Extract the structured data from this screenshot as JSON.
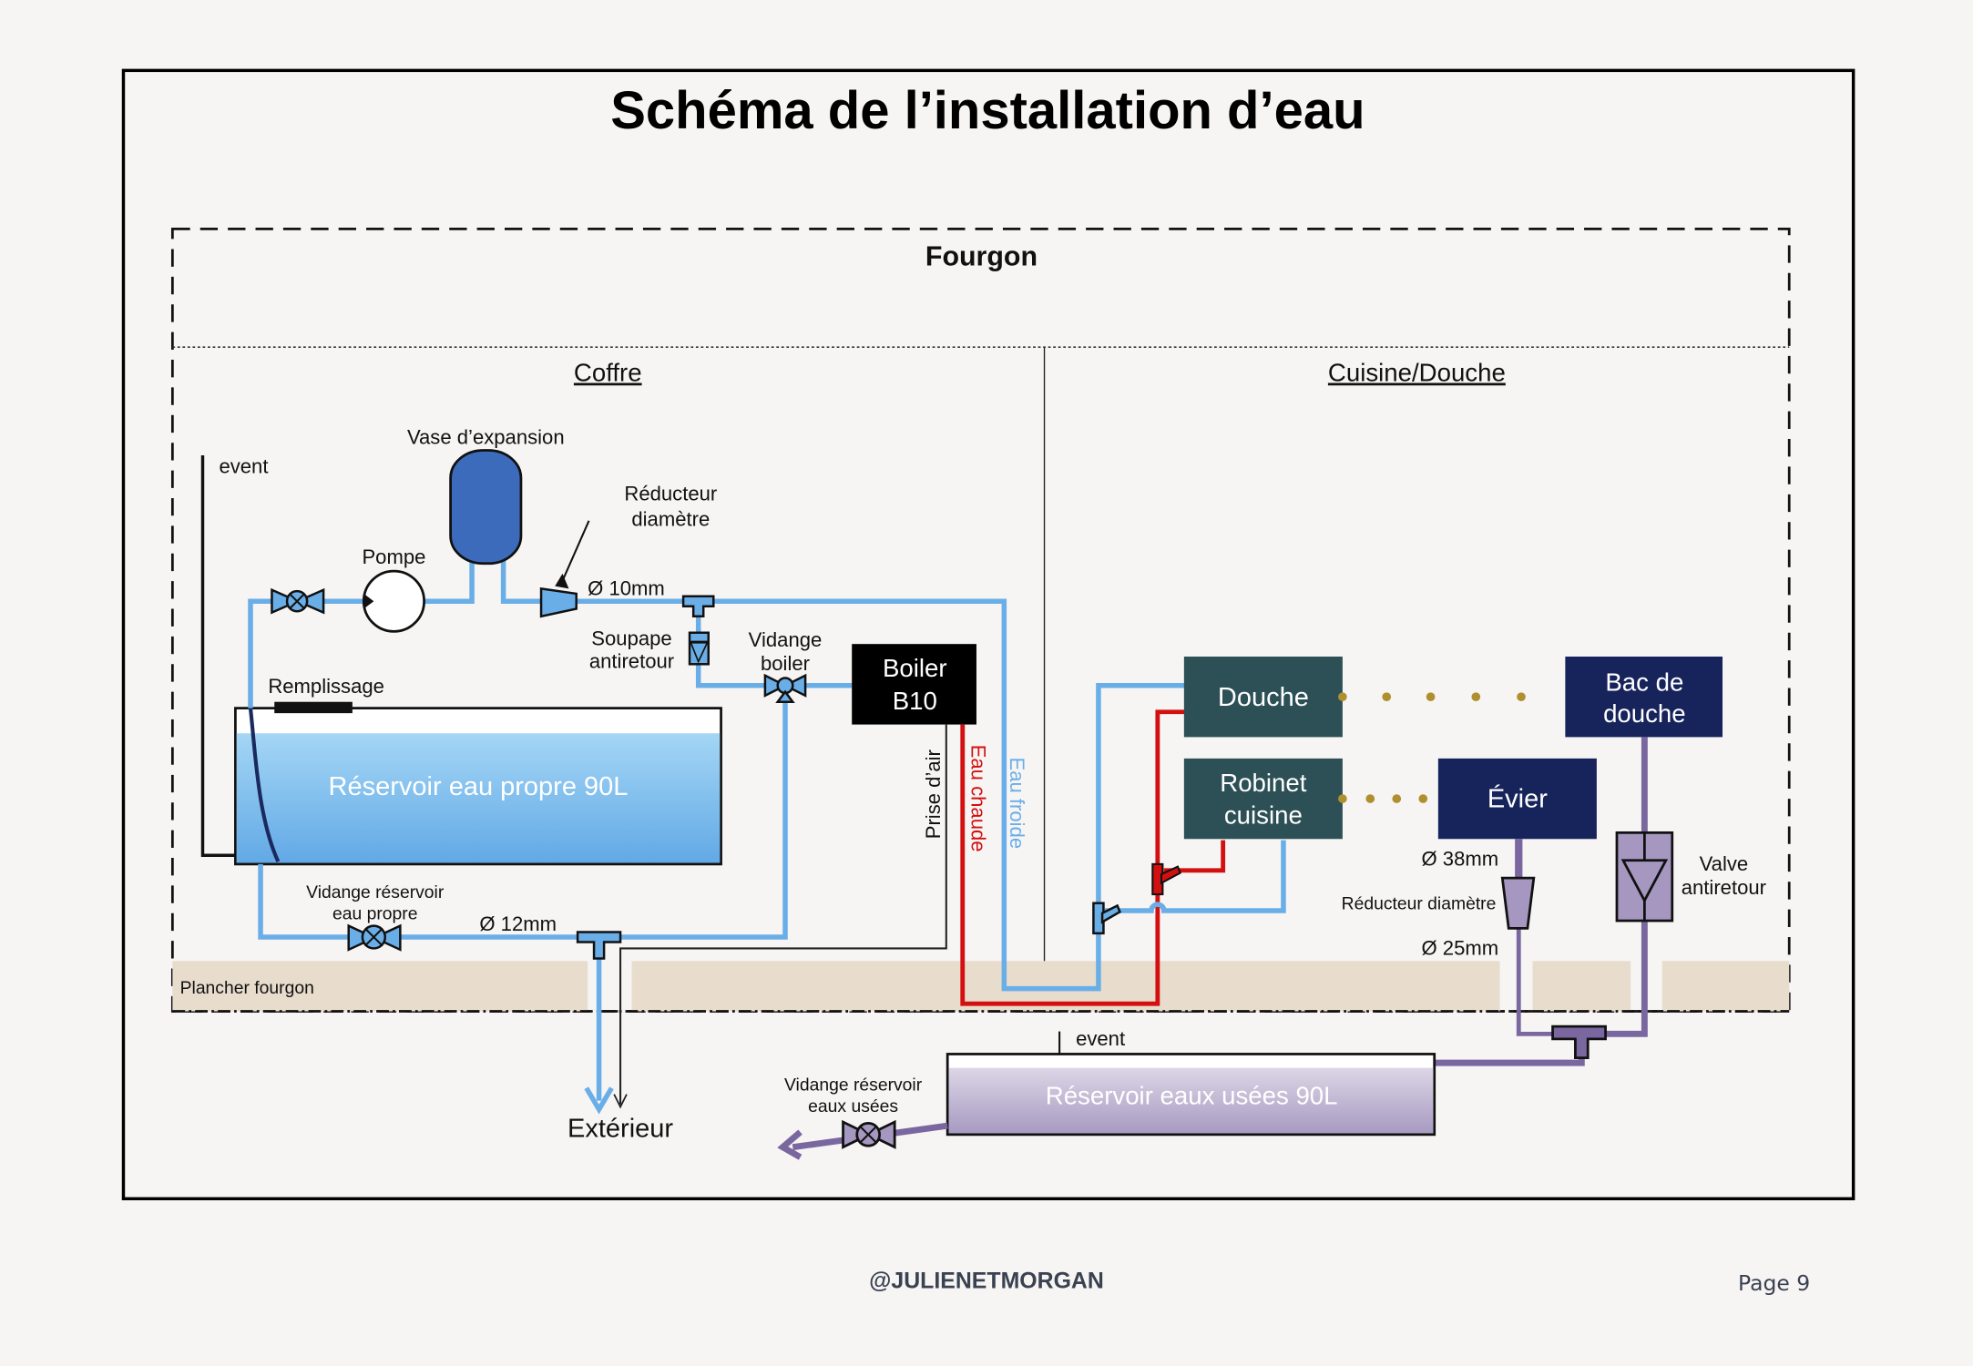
{
  "page": {
    "title": "Schéma de l’installation d’eau",
    "footer_handle": "@JULIENETMORGAN",
    "footer_page": "Page 9"
  },
  "zones": {
    "vehicle": "Fourgon",
    "left_section": "Coffre",
    "right_section": "Cuisine/Douche",
    "floor": "Plancher fourgon",
    "outside": "Extérieur"
  },
  "coffre": {
    "vent": "event",
    "expansion_vessel": "Vase d’expansion",
    "pump": "Pompe",
    "reducer_line1": "Réducteur",
    "reducer_line2": "diamètre",
    "diameter_10": "Ø 10mm",
    "check_valve_line1": "Soupape",
    "check_valve_line2": "antiretour",
    "boiler_drain_line1": "Vidange",
    "boiler_drain_line2": "boiler",
    "boiler_line1": "Boiler",
    "boiler_line2": "B10",
    "fill": "Remplissage",
    "clean_tank": "Réservoir eau propre 90L",
    "clean_drain_line1": "Vidange réservoir",
    "clean_drain_line2": "eau propre",
    "diameter_12": "Ø 12mm",
    "air_intake": "Prise d’air",
    "hot_water": "Eau chaude",
    "cold_water": "Eau froide"
  },
  "cuisine": {
    "shower": "Douche",
    "kitchen_tap_line1": "Robinet",
    "kitchen_tap_line2": "cuisine",
    "shower_tray_line1": "Bac de",
    "shower_tray_line2": "douche",
    "sink": "Évier",
    "diameter_38": "Ø 38mm",
    "reducer": "Réducteur diamètre",
    "diameter_25": "Ø 25mm",
    "valve_line1": "Valve",
    "valve_line2": "antiretour"
  },
  "waste": {
    "vent": "event",
    "tank": "Réservoir eaux usées 90L",
    "drain_line1": "Vidange réservoir",
    "drain_line2": "eaux usées"
  },
  "colors": {
    "cold_water": "#6aaee8",
    "hot_water": "#d40f0f",
    "waste_water": "#7a67a0",
    "fixture_teal": "#2d5057",
    "fixture_navy": "#17245c",
    "expansion_vessel": "#3d6bbc",
    "floor": "#e8dccd",
    "dots": "#b08f2e"
  }
}
